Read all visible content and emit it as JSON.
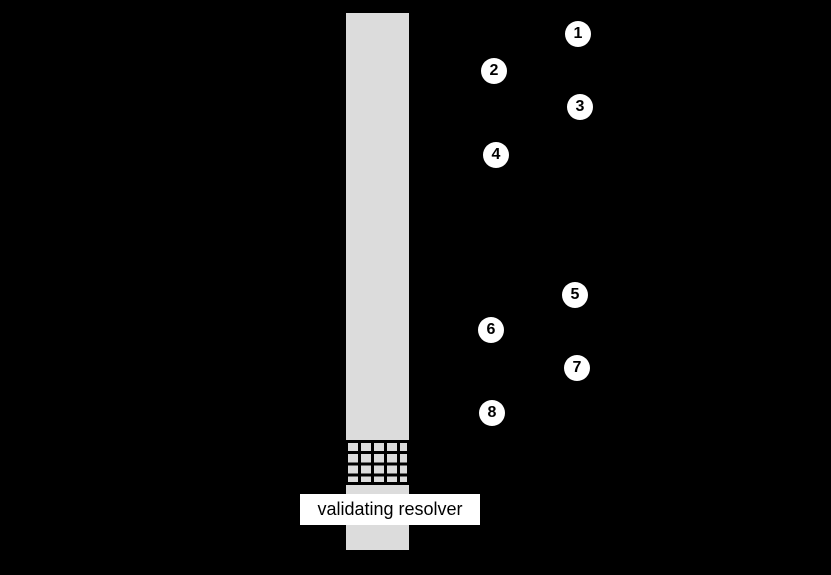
{
  "canvas": {
    "background": "#000000"
  },
  "diagram": {
    "lifeline_label": "validating resolver",
    "colors": {
      "lifeline_fill": "#dcdcdc",
      "hatch_line": "#000000",
      "badge_background": "#ffffff",
      "badge_text": "#000000",
      "label_background": "#ffffff",
      "label_text": "#000000"
    },
    "steps": [
      {
        "label": "1"
      },
      {
        "label": "2"
      },
      {
        "label": "3"
      },
      {
        "label": "4"
      },
      {
        "label": "5"
      },
      {
        "label": "6"
      },
      {
        "label": "7"
      },
      {
        "label": "8"
      }
    ]
  }
}
